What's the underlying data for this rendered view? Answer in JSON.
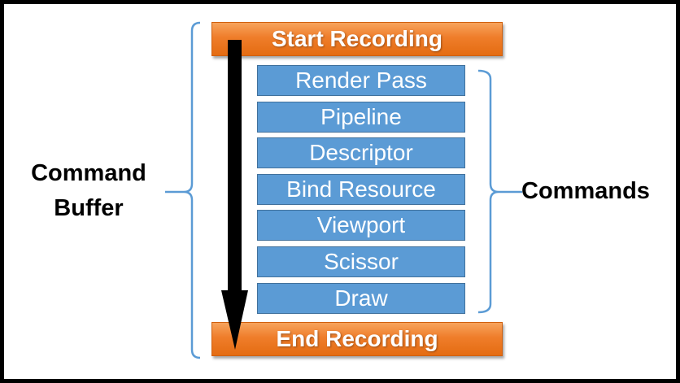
{
  "start_recording": "Start Recording",
  "end_recording": "End Recording",
  "commands": [
    "Render Pass",
    "Pipeline",
    "Descriptor",
    "Bind Resource",
    "Viewport",
    "Scissor",
    "Draw"
  ],
  "label_command_buffer": "Command\nBuffer",
  "label_commands": "Commands",
  "colors": {
    "orange": "#ef7d2a",
    "blue": "#5b9bd5",
    "bracket": "#5b9bd5",
    "arrow": "#000000",
    "border": "#000000"
  }
}
